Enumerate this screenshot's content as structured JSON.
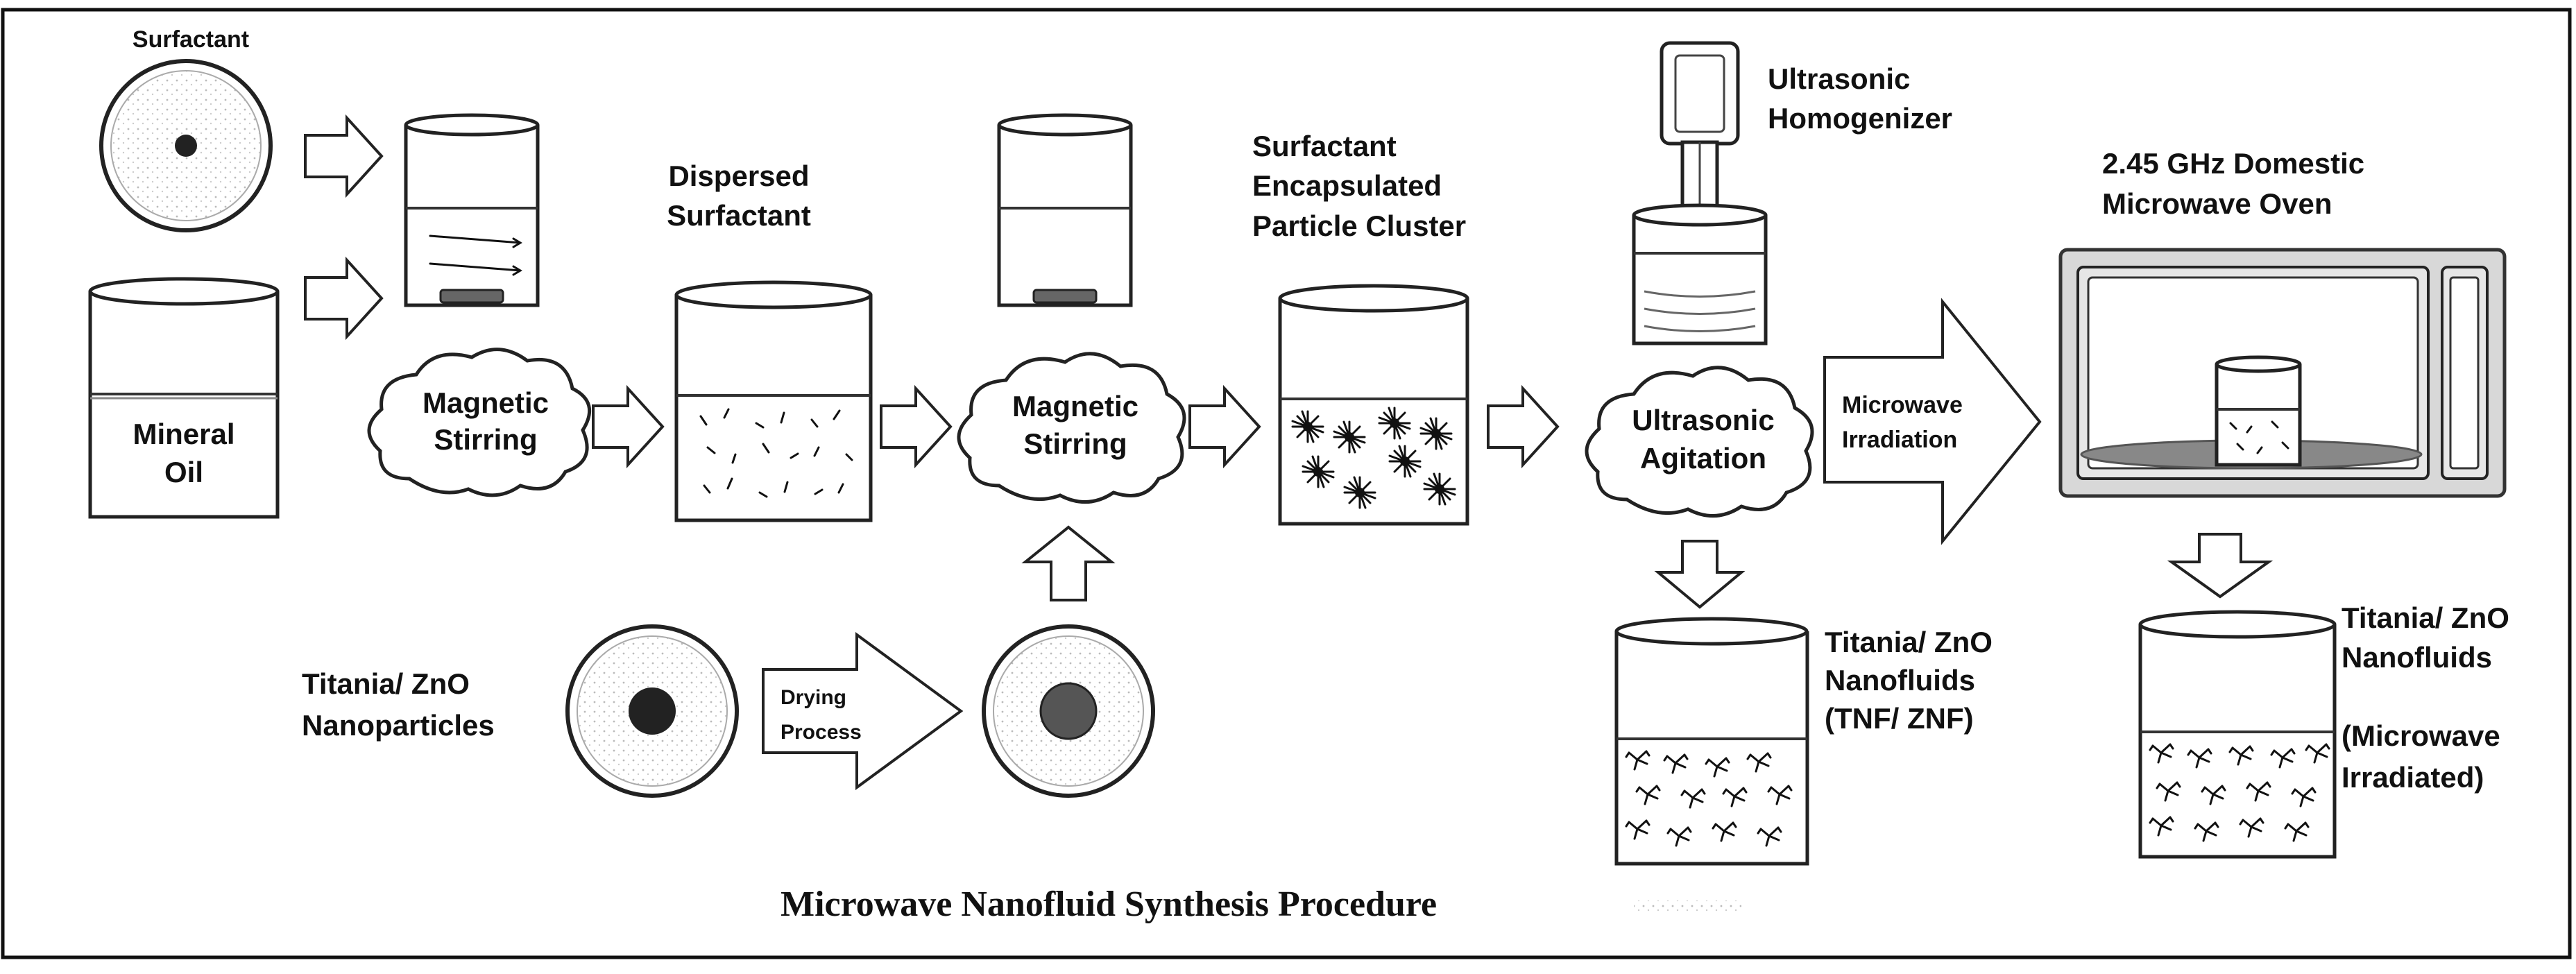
{
  "title": "Microwave Nanofluid Synthesis Procedure",
  "labels": {
    "surfactant": "Surfactant",
    "mineral_oil_1": "Mineral",
    "mineral_oil_2": "Oil",
    "magnetic_stirring_1a": "Magnetic",
    "magnetic_stirring_1b": "Stirring",
    "dispersed_1": "Dispersed",
    "dispersed_2": "Surfactant",
    "magnetic_stirring_2a": "Magnetic",
    "magnetic_stirring_2b": "Stirring",
    "encapsulated_1": "Surfactant",
    "encapsulated_2": "Encapsulated",
    "encapsulated_3": "Particle Cluster",
    "homogenizer_1": "Ultrasonic",
    "homogenizer_2": "Homogenizer",
    "agitation_1": "Ultrasonic",
    "agitation_2": "Agitation",
    "microwave_irr_1": "Microwave",
    "microwave_irr_2": "Irradiation",
    "oven_1": "2.45 GHz Domestic",
    "oven_2": "Microwave Oven",
    "nanoparticles_1": "Titania/ ZnO",
    "nanoparticles_2": "Nanoparticles",
    "drying_1": "Drying",
    "drying_2": "Process",
    "nanofluid_a1": "Titania/ ZnO",
    "nanofluid_a2": "Nanofluids",
    "nanofluid_a3": "(TNF/ ZNF)",
    "nanofluid_b1": "Titania/ ZnO",
    "nanofluid_b2": "Nanofluids",
    "nanofluid_b3": "(Microwave",
    "nanofluid_b4": "Irradiated)"
  },
  "icons": [
    "petri-dish-icon",
    "beaker-icon",
    "stir-bar-icon",
    "cloud-icon",
    "arrow-icon",
    "ultrasonic-probe-icon",
    "microwave-oven-icon"
  ]
}
